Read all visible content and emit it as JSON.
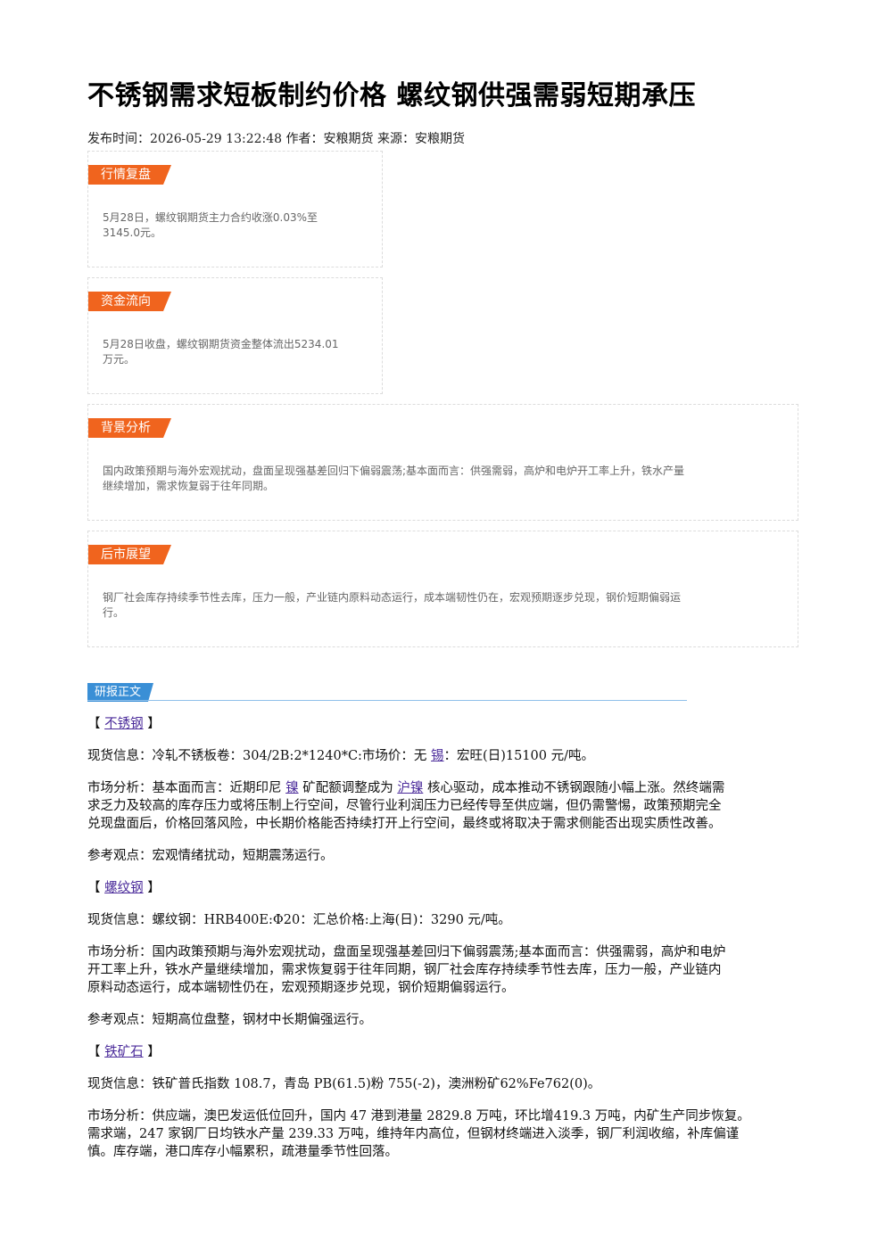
{
  "title": "不锈钢需求短板制约价格 螺纹钢供强需弱短期承压",
  "meta": "发布时间：2026-05-29 13:22:48 作者：安粮期货 来源：安粮期货",
  "boxes": {
    "market_review": {
      "tag": "行情复盘",
      "line1": "5月28日，螺纹钢期货主力合约收涨0.03%至",
      "line2": "3145.0元。"
    },
    "capital_flow": {
      "tag": "资金流向",
      "line1": "5月28日收盘，螺纹钢期货资金整体流出5234.01",
      "line2": "万元。"
    },
    "background": {
      "tag": "背景分析",
      "line1": "国内政策预期与海外宏观扰动，盘面呈现强基差回归下偏弱震荡;基本面而言：供强需弱，高炉和电炉开工率上升，铁水产量",
      "line2": "继续增加，需求恢复弱于往年同期。"
    },
    "outlook": {
      "tag": "后市展望",
      "line1": "钢厂社会库存持续季节性去库，压力一般，产业链内原料动态运行，成本端韧性仍在，宏观预期逐步兑现，钢价短期偏弱运",
      "line2": "行。"
    }
  },
  "report_tag": "研报正文",
  "sections": {
    "stainless": {
      "bracket_open": "【",
      "name": "不锈钢",
      "bracket_close": "】",
      "spot_prefix": "现货信息：冷轧不锈板卷：304/2B:2*1240*C:市场价：无",
      "spot_link": "锡",
      "spot_suffix": "：宏旺(日)15100 元/吨。",
      "analysis_l1_a": "市场分析：基本面而言：近期印尼",
      "analysis_link1": "镍",
      "analysis_l1_b": "矿配额调整成为",
      "analysis_link2": "沪镍",
      "analysis_l1_c": "核心驱动，成本推动不锈钢跟随小幅上涨。然终端需",
      "analysis_l2": "求乏力及较高的库存压力或将压制上行空间，尽管行业利润压力已经传导至供应端，但仍需警惕，政策预期完全",
      "analysis_l3": "兑现盘面后，价格回落风险，中长期价格能否持续打开上行空间，最终或将取决于需求侧能否出现实质性改善。",
      "view": "参考观点：宏观情绪扰动，短期震荡运行。"
    },
    "rebar": {
      "bracket_open": "【",
      "name": "螺纹钢",
      "bracket_close": "】",
      "spot": "现货信息：螺纹钢：HRB400E:Φ20：汇总价格:上海(日)：3290 元/吨。",
      "analysis_l1": "市场分析：国内政策预期与海外宏观扰动，盘面呈现强基差回归下偏弱震荡;基本面而言：供强需弱，高炉和电炉",
      "analysis_l2": "开工率上升，铁水产量继续增加，需求恢复弱于往年同期，钢厂社会库存持续季节性去库，压力一般，产业链内",
      "analysis_l3": "原料动态运行，成本端韧性仍在，宏观预期逐步兑现，钢价短期偏弱运行。",
      "view": "参考观点：短期高位盘整，钢材中长期偏强运行。"
    },
    "iron_ore": {
      "bracket_open": "【",
      "name": "铁矿石",
      "bracket_close": "】",
      "spot": "现货信息：铁矿普氏指数 108.7，青岛 PB(61.5)粉 755(-2)，澳洲粉矿62%Fe762(0)。",
      "analysis_l1": "市场分析：供应端，澳巴发运低位回升，国内 47 港到港量 2829.8 万吨，环比增419.3 万吨，内矿生产同步恢复。",
      "analysis_l2": "需求端，247 家钢厂日均铁水产量 239.33 万吨，维持年内高位，但钢材终端进入淡季，钢厂利润收缩，补库偏谨",
      "analysis_l3": "慎。库存端，港口库存小幅累积，疏港量季节性回落。"
    }
  },
  "colors": {
    "tag_orange": "#f0641e",
    "report_blue": "#3a8fd6",
    "link_purple": "#4a2a9a"
  }
}
